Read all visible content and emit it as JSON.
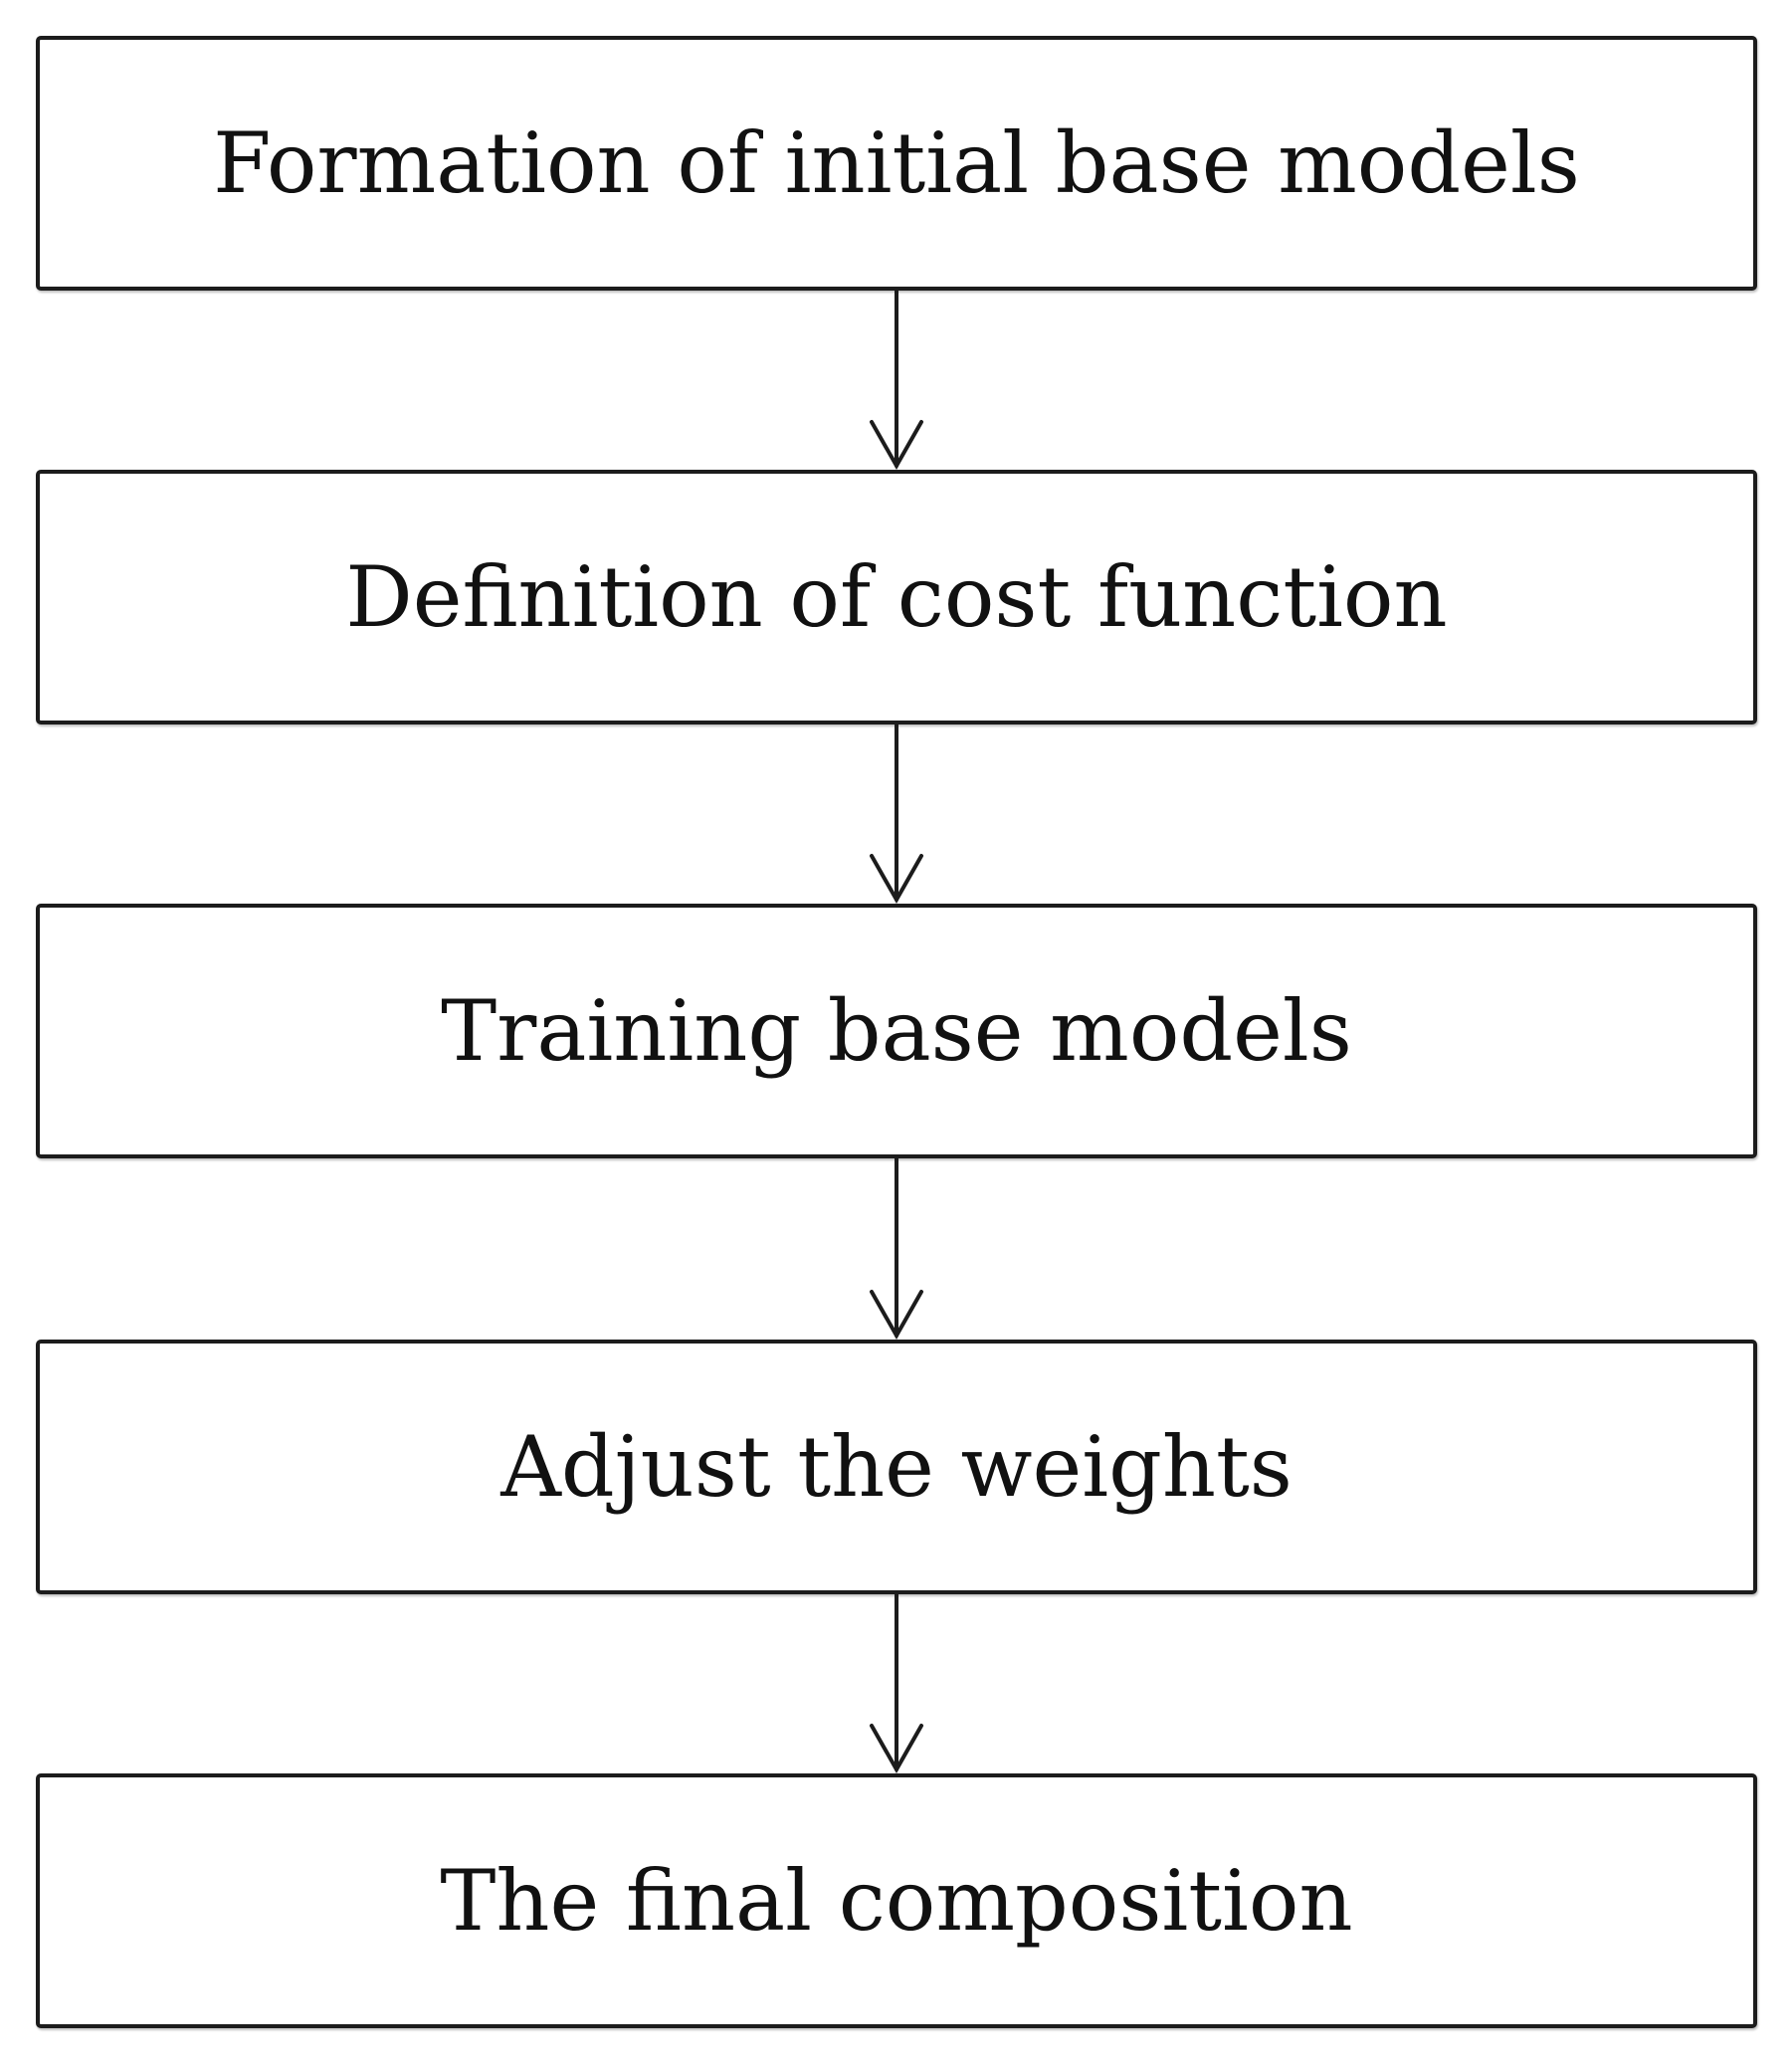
{
  "diagram": {
    "steps": [
      {
        "label": "Formation of initial base models"
      },
      {
        "label": "Definition of cost function"
      },
      {
        "label": "Training base models"
      },
      {
        "label": "Adjust the weights"
      },
      {
        "label": "The final composition"
      }
    ],
    "edges": [
      {
        "from": 0,
        "to": 1
      },
      {
        "from": 1,
        "to": 2
      },
      {
        "from": 2,
        "to": 3
      },
      {
        "from": 3,
        "to": 4
      }
    ],
    "colors": {
      "stroke": "#1c1c1c",
      "background": "#ffffff",
      "text": "#111111"
    }
  }
}
